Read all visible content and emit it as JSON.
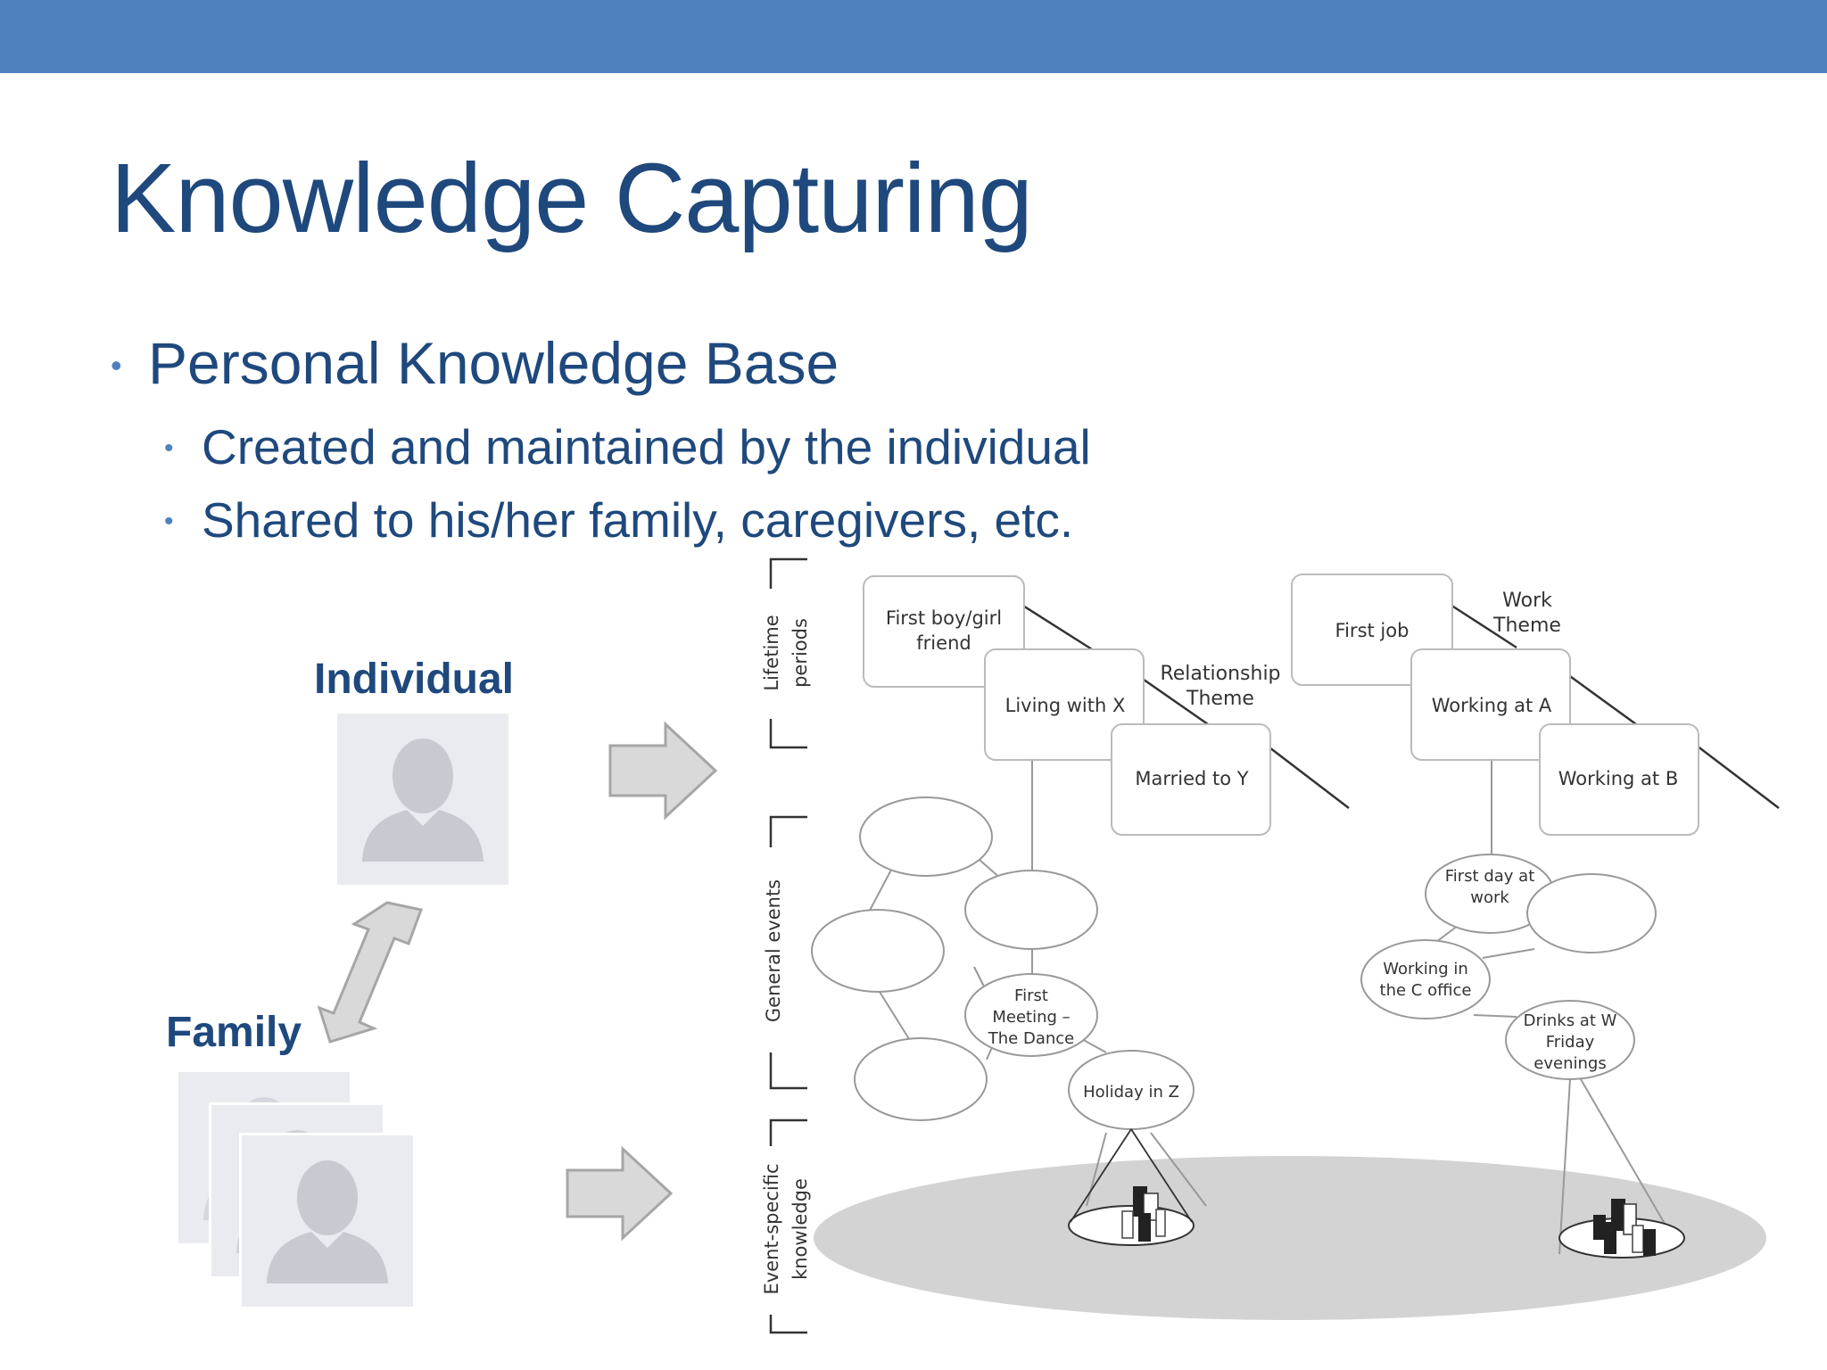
{
  "slide": {
    "title": "Knowledge Capturing",
    "bullet_main": "Personal Knowledge Base",
    "sub_bullets": [
      "Created and maintained by the individual",
      "Shared to his/her family, caregivers, etc."
    ],
    "bullet_glyph": "•"
  },
  "people": {
    "individual_label": "Individual",
    "family_label": "Family"
  },
  "memory_diagram": {
    "levels": {
      "lifetime_1": "Lifetime",
      "lifetime_2": "periods",
      "general": "General events",
      "event_1": "Event-specific",
      "event_2": "knowledge"
    },
    "themes": {
      "relationship_1": "Relationship",
      "relationship_2": "Theme",
      "work_1": "Work",
      "work_2": "Theme"
    },
    "periods": {
      "first_boyfriend_1": "First boy/girl",
      "first_boyfriend_2": "friend",
      "living_with_x": "Living with X",
      "married_to_y": "Married to Y",
      "first_job": "First job",
      "working_at_a": "Working at A",
      "working_at_b": "Working at B"
    },
    "events": {
      "first_meeting_1": "First",
      "first_meeting_2": "Meeting –",
      "first_meeting_3": "The Dance",
      "holiday_in_z": "Holiday in Z",
      "first_day_1": "First day at",
      "first_day_2": "work",
      "working_in_c_1": "Working in",
      "working_in_c_2": "the C office",
      "drinks_1": "Drinks at W",
      "drinks_2": "Friday",
      "drinks_3": "evenings"
    }
  },
  "colors": {
    "header_bar": "#4f81bd",
    "title_text": "#1f497d",
    "bullet_dot": "#4f81bd",
    "arrow_fill": "#d9d9d9",
    "arrow_stroke": "#a6a6a6",
    "avatar_bg": "#eaebf1",
    "avatar_silhouette": "#c8c9d1",
    "knowledge_ellipse": "#d3d3d3"
  },
  "icons": [
    "person-silhouette-icon",
    "right-arrow-icon",
    "double-headed-arrow-icon",
    "building-icon"
  ]
}
